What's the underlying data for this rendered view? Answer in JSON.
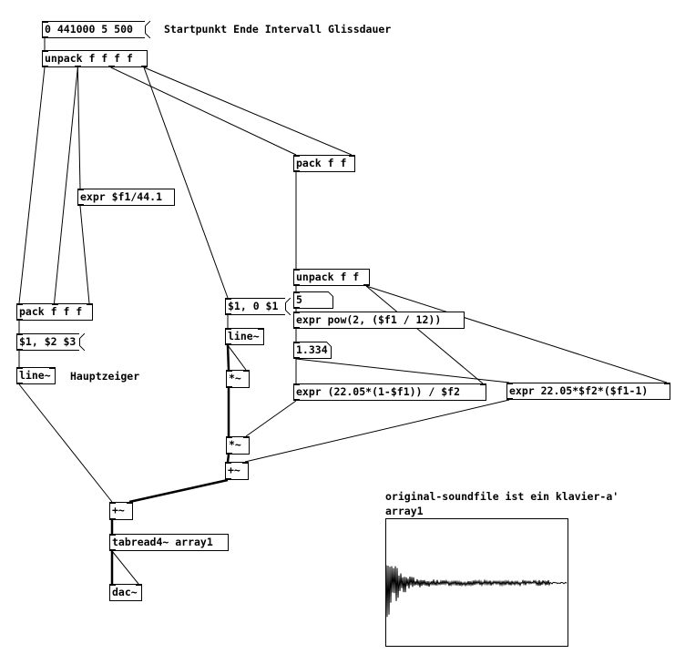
{
  "patch": {
    "objects": [
      {
        "id": "msg-start",
        "kind": "message",
        "text": "0 441000 5 500"
      },
      {
        "id": "unpack4",
        "kind": "object",
        "text": "unpack f f f f"
      },
      {
        "id": "expr-div",
        "kind": "object",
        "text": "expr $f1/44.1"
      },
      {
        "id": "pack3",
        "kind": "object",
        "text": "pack f f f"
      },
      {
        "id": "msg-line-main",
        "kind": "message",
        "text": "$1, $2 $3"
      },
      {
        "id": "line-main",
        "kind": "object",
        "text": "line~"
      },
      {
        "id": "pack2",
        "kind": "object",
        "text": "pack f f"
      },
      {
        "id": "unpack2",
        "kind": "object",
        "text": "unpack f f"
      },
      {
        "id": "num-interval",
        "kind": "atom",
        "text": "5"
      },
      {
        "id": "expr-pow",
        "kind": "object",
        "text": "expr pow(2, ($f1 / 12))"
      },
      {
        "id": "num-ratio",
        "kind": "atom",
        "text": "1.334"
      },
      {
        "id": "expr-a",
        "kind": "object",
        "text": "expr (22.05*(1-$f1)) / $f2"
      },
      {
        "id": "expr-b",
        "kind": "object",
        "text": "expr 22.05*$f2*($f1-1)"
      },
      {
        "id": "msg-line-gliss",
        "kind": "message",
        "text": "$1, 0 $1"
      },
      {
        "id": "line-gliss",
        "kind": "object",
        "text": "line~"
      },
      {
        "id": "mul1",
        "kind": "object",
        "text": "*~"
      },
      {
        "id": "mul2",
        "kind": "object",
        "text": "*~"
      },
      {
        "id": "add1",
        "kind": "object",
        "text": "+~"
      },
      {
        "id": "add2",
        "kind": "object",
        "text": "+~"
      },
      {
        "id": "tabread",
        "kind": "object",
        "text": "tabread4~ array1"
      },
      {
        "id": "dac",
        "kind": "object",
        "text": "dac~"
      }
    ],
    "comments": {
      "params": "Startpunkt Ende Intervall Glissdauer",
      "hauptzeiger": "Hauptzeiger",
      "soundfile": "original-soundfile ist ein klavier-a'"
    },
    "array": {
      "name": "array1",
      "description": "decaying piano waveform"
    },
    "connections": [
      [
        "msg-start",
        0,
        "unpack4",
        0,
        "control"
      ],
      [
        "unpack4",
        0,
        "pack3",
        0,
        "control"
      ],
      [
        "unpack4",
        1,
        "pack3",
        1,
        "control"
      ],
      [
        "unpack4",
        1,
        "expr-div",
        0,
        "control"
      ],
      [
        "expr-div",
        0,
        "pack3",
        2,
        "control"
      ],
      [
        "unpack4",
        2,
        "pack2",
        0,
        "control"
      ],
      [
        "unpack4",
        3,
        "pack2",
        1,
        "control"
      ],
      [
        "unpack4",
        3,
        "msg-line-gliss",
        0,
        "control"
      ],
      [
        "pack3",
        0,
        "msg-line-main",
        0,
        "control"
      ],
      [
        "msg-line-main",
        0,
        "line-main",
        0,
        "control"
      ],
      [
        "line-main",
        0,
        "add1",
        0,
        "signal-thin"
      ],
      [
        "pack2",
        0,
        "unpack2",
        0,
        "control"
      ],
      [
        "unpack2",
        0,
        "num-interval",
        0,
        "control"
      ],
      [
        "unpack2",
        1,
        "expr-a",
        1,
        "control"
      ],
      [
        "unpack2",
        1,
        "expr-b",
        1,
        "control"
      ],
      [
        "num-interval",
        0,
        "expr-pow",
        0,
        "control"
      ],
      [
        "expr-pow",
        0,
        "num-ratio",
        0,
        "control"
      ],
      [
        "num-ratio",
        0,
        "expr-a",
        0,
        "control"
      ],
      [
        "num-ratio",
        0,
        "expr-b",
        0,
        "control"
      ],
      [
        "msg-line-gliss",
        0,
        "line-gliss",
        0,
        "control"
      ],
      [
        "line-gliss",
        0,
        "mul1",
        0,
        "signal"
      ],
      [
        "line-gliss",
        0,
        "mul1",
        1,
        "signal-thin"
      ],
      [
        "mul1",
        0,
        "mul2",
        0,
        "signal"
      ],
      [
        "expr-a",
        0,
        "mul2",
        1,
        "control"
      ],
      [
        "mul2",
        0,
        "add2",
        0,
        "signal"
      ],
      [
        "expr-b",
        0,
        "add2",
        1,
        "control"
      ],
      [
        "add2",
        0,
        "add1",
        1,
        "signal"
      ],
      [
        "add1",
        0,
        "tabread",
        0,
        "signal"
      ],
      [
        "tabread",
        0,
        "dac",
        0,
        "signal"
      ],
      [
        "tabread",
        0,
        "dac",
        1,
        "signal-thin"
      ]
    ]
  }
}
